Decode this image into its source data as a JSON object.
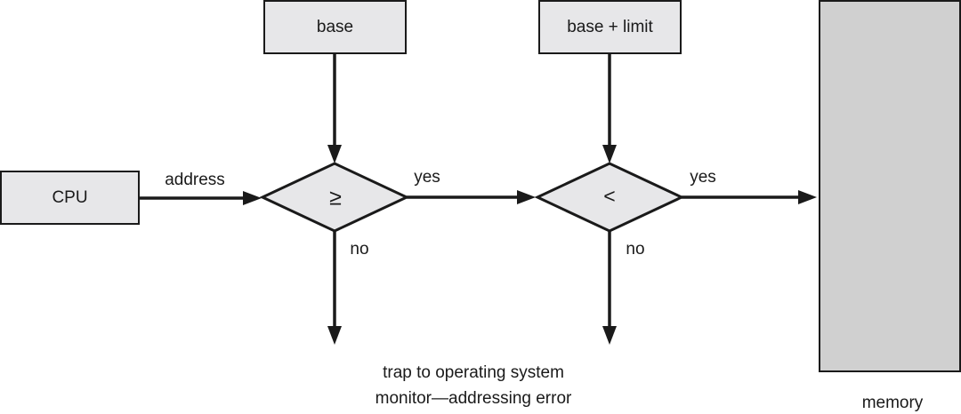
{
  "diagram": {
    "title_hint": "hardware address protection with base and limit registers",
    "nodes": {
      "cpu": {
        "label": "CPU"
      },
      "base_register": {
        "label": "base"
      },
      "base_plus_limit_register": {
        "label": "base + limit"
      },
      "memory": {
        "label": "memory"
      },
      "decision_ge": {
        "symbol": "≥"
      },
      "decision_lt": {
        "symbol": "<"
      }
    },
    "edge_labels": {
      "address": "address",
      "yes_first": "yes",
      "yes_second": "yes",
      "no_first": "no",
      "no_second": "no"
    },
    "trap_caption": {
      "line1": "trap to operating system",
      "line2": "monitor—addressing error"
    },
    "colors": {
      "box_fill": "#e7e7e9",
      "memory_fill": "#d0d0d0",
      "stroke": "#1a1a1a",
      "background": "#ffffff"
    }
  }
}
